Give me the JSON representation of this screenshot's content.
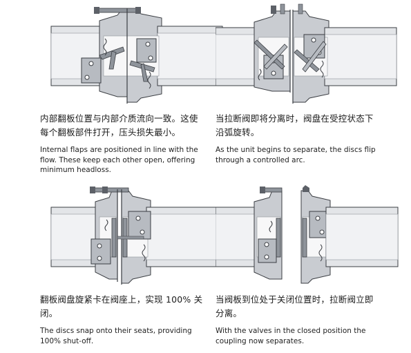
{
  "panels": [
    {
      "cn": "内部翻板位置与内部介质流向一致。这使每个翻板部件打开，压头损失最小。",
      "en": "Internal flaps are positioned in line with the flow. These keep each other open, offering minimum headloss."
    },
    {
      "cn": "当拉断阀即将分离时，阀盘在受控状态下沿弧旋转。",
      "en": "As the unit begins to separate, the discs flip through a controlled arc."
    },
    {
      "cn": "翻板阀盘旋紧卡在阀座上，实现 100% 关闭。",
      "en": "The discs snap onto their seats, providing 100% shut-off."
    },
    {
      "cn": "当阀板到位处于关闭位置时，拉断阀立即分离。",
      "en": "With the valves in the closed position the coupling now separates."
    }
  ],
  "colors": {
    "body_light": "#e3e5e8",
    "body_mid": "#c9ccd1",
    "body_dark": "#8f949b",
    "bore": "#f1f2f4",
    "part_grey": "#b7bbc1",
    "outline": "#3a3d42"
  }
}
